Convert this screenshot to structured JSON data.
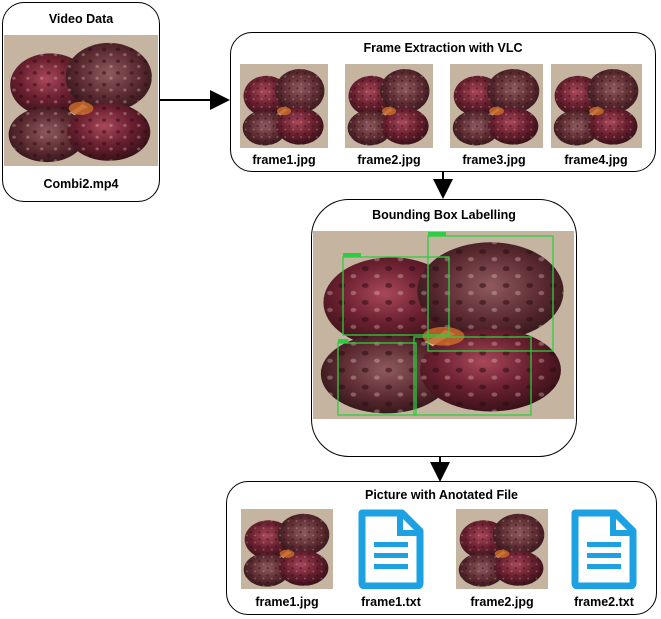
{
  "video_box": {
    "title": "Video Data",
    "file_label": "Combi2.mp4"
  },
  "extraction_box": {
    "title": "Frame Extraction with VLC",
    "frames": [
      {
        "label": "frame1.jpg"
      },
      {
        "label": "frame2.jpg"
      },
      {
        "label": "frame3.jpg"
      },
      {
        "label": "frame4.jpg"
      }
    ]
  },
  "labelling_box": {
    "title": "Bounding Box Labelling"
  },
  "annotated_box": {
    "title": "Picture with Anotated File",
    "items": [
      {
        "label": "frame1.jpg",
        "kind": "image"
      },
      {
        "label": "frame1.txt",
        "kind": "text-file-icon"
      },
      {
        "label": "frame2.jpg",
        "kind": "image"
      },
      {
        "label": "frame2.txt",
        "kind": "text-file-icon"
      }
    ]
  },
  "colors": {
    "bounding_box": "#2ecc40",
    "file_icon": "#1da1e2",
    "fruit": "#6b2030",
    "background_ground": "#c9b8a4"
  }
}
